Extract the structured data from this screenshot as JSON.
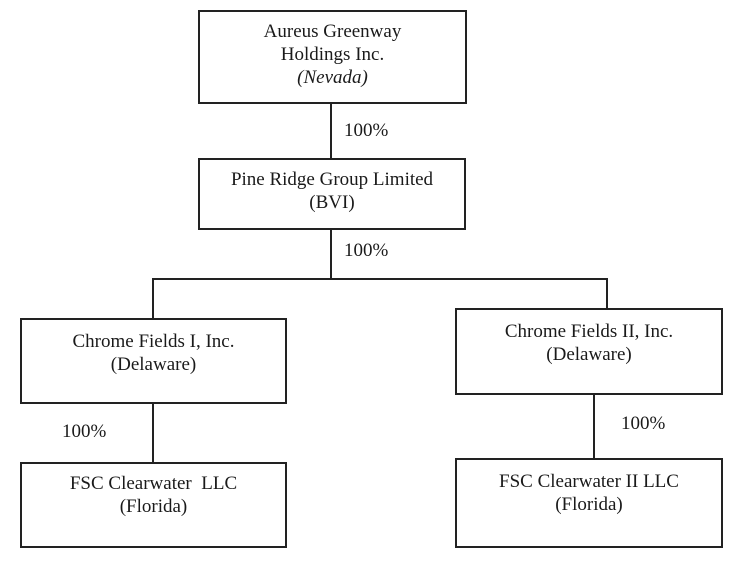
{
  "diagram": {
    "type": "org-chart",
    "nodes": [
      {
        "id": "aureus",
        "lines": [
          "Aureus Greenway",
          "Holdings Inc."
        ],
        "jurisdiction": "(Nevada)"
      },
      {
        "id": "pine-ridge",
        "lines": [
          "Pine Ridge Group Limited"
        ],
        "jurisdiction": "(BVI)"
      },
      {
        "id": "chrome-fields-1",
        "lines": [
          "Chrome Fields I, Inc."
        ],
        "jurisdiction": "(Delaware)"
      },
      {
        "id": "chrome-fields-2",
        "lines": [
          "Chrome Fields II, Inc."
        ],
        "jurisdiction": "(Delaware)"
      },
      {
        "id": "fsc-clearwater",
        "lines": [
          "FSC Clearwater  LLC"
        ],
        "jurisdiction": "(Florida)"
      },
      {
        "id": "fsc-clearwater-2",
        "lines": [
          "FSC Clearwater II LLC"
        ],
        "jurisdiction": "(Florida)"
      }
    ],
    "edges": [
      {
        "from": "aureus",
        "to": "pine-ridge",
        "label": "100%"
      },
      {
        "from": "pine-ridge",
        "to": "chrome-fields-1",
        "label": "100%"
      },
      {
        "from": "pine-ridge",
        "to": "chrome-fields-2",
        "label": "100%"
      },
      {
        "from": "chrome-fields-1",
        "to": "fsc-clearwater",
        "label": "100%"
      },
      {
        "from": "chrome-fields-2",
        "to": "fsc-clearwater-2",
        "label": "100%"
      }
    ]
  }
}
